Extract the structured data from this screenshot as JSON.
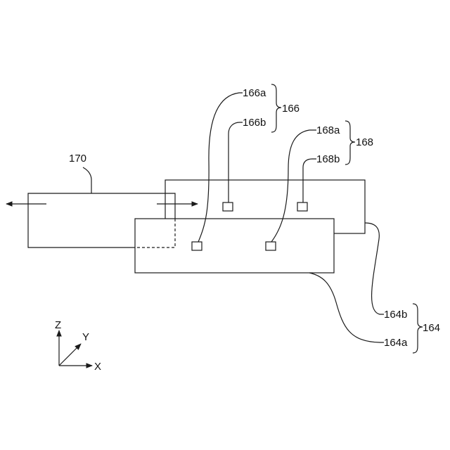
{
  "labels": {
    "label_170": "170",
    "label_166a": "166a",
    "label_166b": "166b",
    "label_166": "166",
    "label_168a": "168a",
    "label_168b": "168b",
    "label_168": "168",
    "label_164b": "164b",
    "label_164a": "164a",
    "label_164": "164"
  },
  "axes": {
    "z": "Z",
    "y": "Y",
    "x": "X"
  }
}
